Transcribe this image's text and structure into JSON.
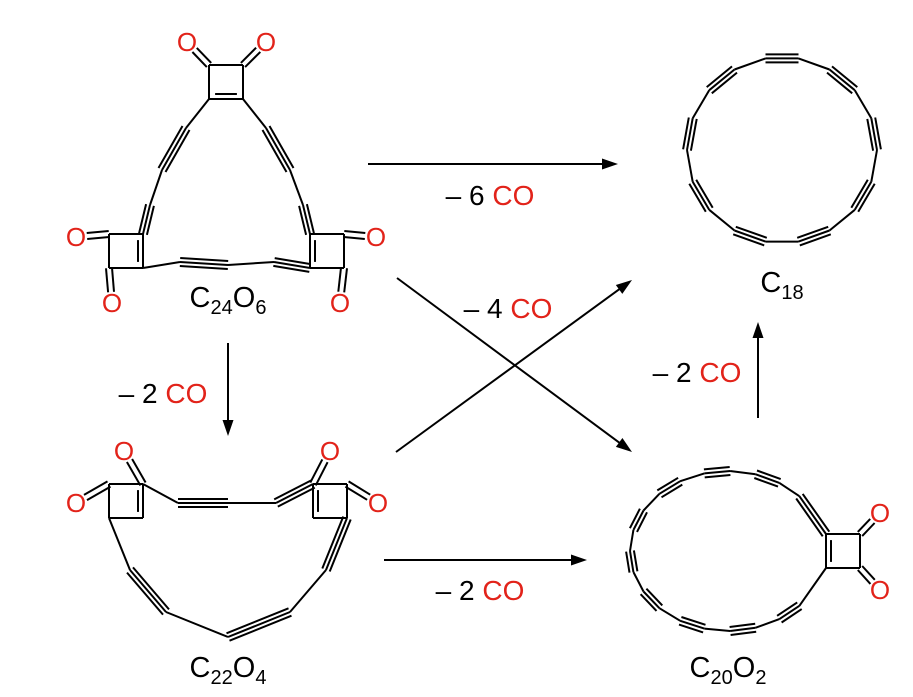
{
  "colors": {
    "bond": "#000000",
    "oxygen": "#e2231a",
    "text": "#000000"
  },
  "atoms": {
    "oxygen": "O"
  },
  "molecules": {
    "c24o6": {
      "formula": [
        {
          "t": "C"
        },
        {
          "t": "24",
          "sub": true
        },
        {
          "t": "O"
        },
        {
          "t": "6",
          "sub": true
        }
      ]
    },
    "c22o4": {
      "formula": [
        {
          "t": "C"
        },
        {
          "t": "22",
          "sub": true
        },
        {
          "t": "O"
        },
        {
          "t": "4",
          "sub": true
        }
      ]
    },
    "c20o2": {
      "formula": [
        {
          "t": "C"
        },
        {
          "t": "20",
          "sub": true
        },
        {
          "t": "O"
        },
        {
          "t": "2",
          "sub": true
        }
      ]
    },
    "c18": {
      "formula": [
        {
          "t": "C"
        },
        {
          "t": "18",
          "sub": true
        }
      ]
    }
  },
  "reactions": {
    "c24o6_to_c18": {
      "prefix": "– 6 ",
      "loss": "CO"
    },
    "c24o6_to_c20o2": {
      "prefix": "– 4 ",
      "loss": "CO"
    },
    "c24o6_to_c22o4": {
      "prefix": "– 2 ",
      "loss": "CO"
    },
    "c22o4_to_c20o2": {
      "prefix": "– 2 ",
      "loss": "CO"
    },
    "c20o2_to_c18": {
      "prefix": "– 2 ",
      "loss": "CO"
    }
  }
}
